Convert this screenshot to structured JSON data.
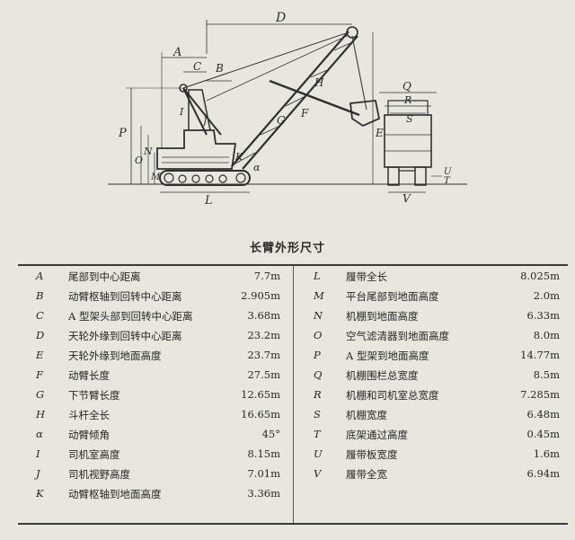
{
  "figure": {
    "labels": {
      "A": "A",
      "B": "B",
      "C": "C",
      "D": "D",
      "E": "E",
      "F": "F",
      "G": "G",
      "H": "H",
      "I": "I",
      "J": "J",
      "K": "K",
      "L": "L",
      "M": "M",
      "N": "N",
      "O": "O",
      "P": "P",
      "Q": "Q",
      "R": "R",
      "S": "S",
      "T": "T",
      "U": "U",
      "V": "V",
      "alpha": "α"
    }
  },
  "table": {
    "title": "长臂外形尺寸",
    "left": [
      {
        "key": "A",
        "name": "尾部到中心距离",
        "value": "7.7m"
      },
      {
        "key": "B",
        "name": "动臂枢轴到回转中心距离",
        "value": "2.905m"
      },
      {
        "key": "C",
        "name": "A 型架头部到回转中心距离",
        "value": "3.68m"
      },
      {
        "key": "D",
        "name": "天轮外缘到回转中心距离",
        "value": "23.2m"
      },
      {
        "key": "E",
        "name": "天轮外缘到地面高度",
        "value": "23.7m"
      },
      {
        "key": "F",
        "name": "动臂长度",
        "value": "27.5m"
      },
      {
        "key": "G",
        "name": "下节臂长度",
        "value": "12.65m"
      },
      {
        "key": "H",
        "name": "斗杆全长",
        "value": "16.65m"
      },
      {
        "key": "α",
        "name": "动臂倾角",
        "value": "45°"
      },
      {
        "key": "I",
        "name": "司机室高度",
        "value": "8.15m"
      },
      {
        "key": "J",
        "name": "司机视野高度",
        "value": "7.01m"
      },
      {
        "key": "K",
        "name": "动臂枢轴到地面高度",
        "value": "3.36m"
      }
    ],
    "right": [
      {
        "key": "L",
        "name": "履带全长",
        "value": "8.025m"
      },
      {
        "key": "M",
        "name": "平台尾部到地面高度",
        "value": "2.0m"
      },
      {
        "key": "N",
        "name": "机棚到地面高度",
        "value": "6.33m"
      },
      {
        "key": "O",
        "name": "空气滤清器到地面高度",
        "value": "8.0m"
      },
      {
        "key": "P",
        "name": "A 型架到地面高度",
        "value": "14.77m"
      },
      {
        "key": "Q",
        "name": "机棚围栏总宽度",
        "value": "8.5m"
      },
      {
        "key": "R",
        "name": "机棚和司机室总宽度",
        "value": "7.285m"
      },
      {
        "key": "S",
        "name": "机棚宽度",
        "value": "6.48m"
      },
      {
        "key": "T",
        "name": "底架通过高度",
        "value": "0.45m"
      },
      {
        "key": "U",
        "name": "履带板宽度",
        "value": "1.6m"
      },
      {
        "key": "V",
        "name": "履带全宽",
        "value": "6.94m"
      }
    ]
  }
}
